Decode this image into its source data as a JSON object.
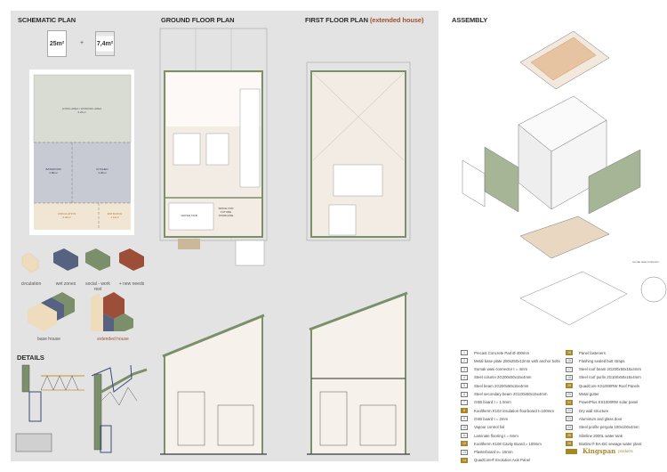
{
  "titles": {
    "schematic": "SCHEMATIC PLAN",
    "ground": "GROUND FLOOR PLAN",
    "first": "FIRST FLOOR PLAN",
    "first_note": "(extended house)",
    "assembly": "ASSEMBLY",
    "details": "DETAILS"
  },
  "schematic": {
    "base_area": "25m²",
    "plus": "+",
    "ext_area": "7,4m²",
    "rooms": [
      {
        "name": "LIVING AREA / WORKING AREA",
        "area": "3.20m²"
      },
      {
        "name": "BATHROOM",
        "area": "2.80m²"
      },
      {
        "name": "KITCHEN",
        "area": "4.30m²"
      },
      {
        "name": "CIRCULATION",
        "area": "2.40m²"
      },
      {
        "name": "ENTRANCE",
        "area": "1.12m²"
      }
    ]
  },
  "blocks": {
    "labels": [
      "circulation",
      "wet zones",
      "social - work rest",
      "+ new needs"
    ],
    "base": "base house",
    "extended": "extended house"
  },
  "colors": {
    "circulation": "#efdcbc",
    "wet": "#56627f",
    "social": "#7a8f6a",
    "new": "#9c4e38",
    "kingspan": "#a8862a",
    "accent": "#a0502e"
  },
  "plan_labels": {
    "water_tank": "WATER TANK",
    "staircase": "SPACE FOR FUTURE STAIRCASE"
  },
  "assembly_labels": {
    "connector": "sumak wasi connector"
  },
  "legend": [
    {
      "n": "1",
      "text": "Precast Concrete Pad Ø 400mm",
      "k": false
    },
    {
      "n": "2",
      "text": "Metal base plate 250x250x12mm with anchor bolts",
      "k": false
    },
    {
      "n": "3",
      "text": "Sumak wasi connector t = 4mm",
      "k": false
    },
    {
      "n": "4",
      "text": "Steel column 2G200x50x15x4mm",
      "k": false
    },
    {
      "n": "5",
      "text": "Steel beam 2G200x50x15x4mm",
      "k": false
    },
    {
      "n": "6",
      "text": "Steel secondary beam 2G100x50x15x4mm",
      "k": false
    },
    {
      "n": "7",
      "text": "OSB board t = 1.5mm",
      "k": false
    },
    {
      "n": "8",
      "text": "Kooltherm K103 insulation floorboard t=100mm",
      "k": true
    },
    {
      "n": "9",
      "text": "OSB board t = 2mm",
      "k": false
    },
    {
      "n": "10",
      "text": "Vapour control foil",
      "k": false
    },
    {
      "n": "11",
      "text": "Laminate flooring t = 6mm",
      "k": false
    },
    {
      "n": "12",
      "text": "Kooltherm K108 Cavity Board = 100mm",
      "k": true
    },
    {
      "n": "13",
      "text": "Plasterboard e= 15mm",
      "k": false
    },
    {
      "n": "14",
      "text": "QuadCore® Evolution Axis Panel",
      "k": true
    },
    {
      "n": "15",
      "text": "Panel fasteners",
      "k": true
    },
    {
      "n": "16",
      "text": "Flashing sealed butt straps",
      "k": false
    },
    {
      "n": "17",
      "text": "Steel roof beam 2G200x50x15x4mm",
      "k": false
    },
    {
      "n": "18",
      "text": "Steel roof purlin 2G100x50x15x4mm",
      "k": false
    },
    {
      "n": "19",
      "text": "QuadCore KS1000RW Roof Panels",
      "k": true
    },
    {
      "n": "20",
      "text": "Metal gutter",
      "k": false
    },
    {
      "n": "21",
      "text": "PowerPlus KS1000RW solar panel",
      "k": true
    },
    {
      "n": "22",
      "text": "Dry wall structure",
      "k": false
    },
    {
      "n": "23",
      "text": "Aluminum and glass door",
      "k": false
    },
    {
      "n": "24",
      "text": "Steel profile pergola 100x100x4mm",
      "k": false
    },
    {
      "n": "25",
      "text": "Slimline 2000L water tank",
      "k": true
    },
    {
      "n": "26",
      "text": "BioDisc® BA-BC sewage water plant",
      "k": true
    }
  ],
  "kingspan": {
    "brand": "Kingspan",
    "suffix": "products"
  }
}
